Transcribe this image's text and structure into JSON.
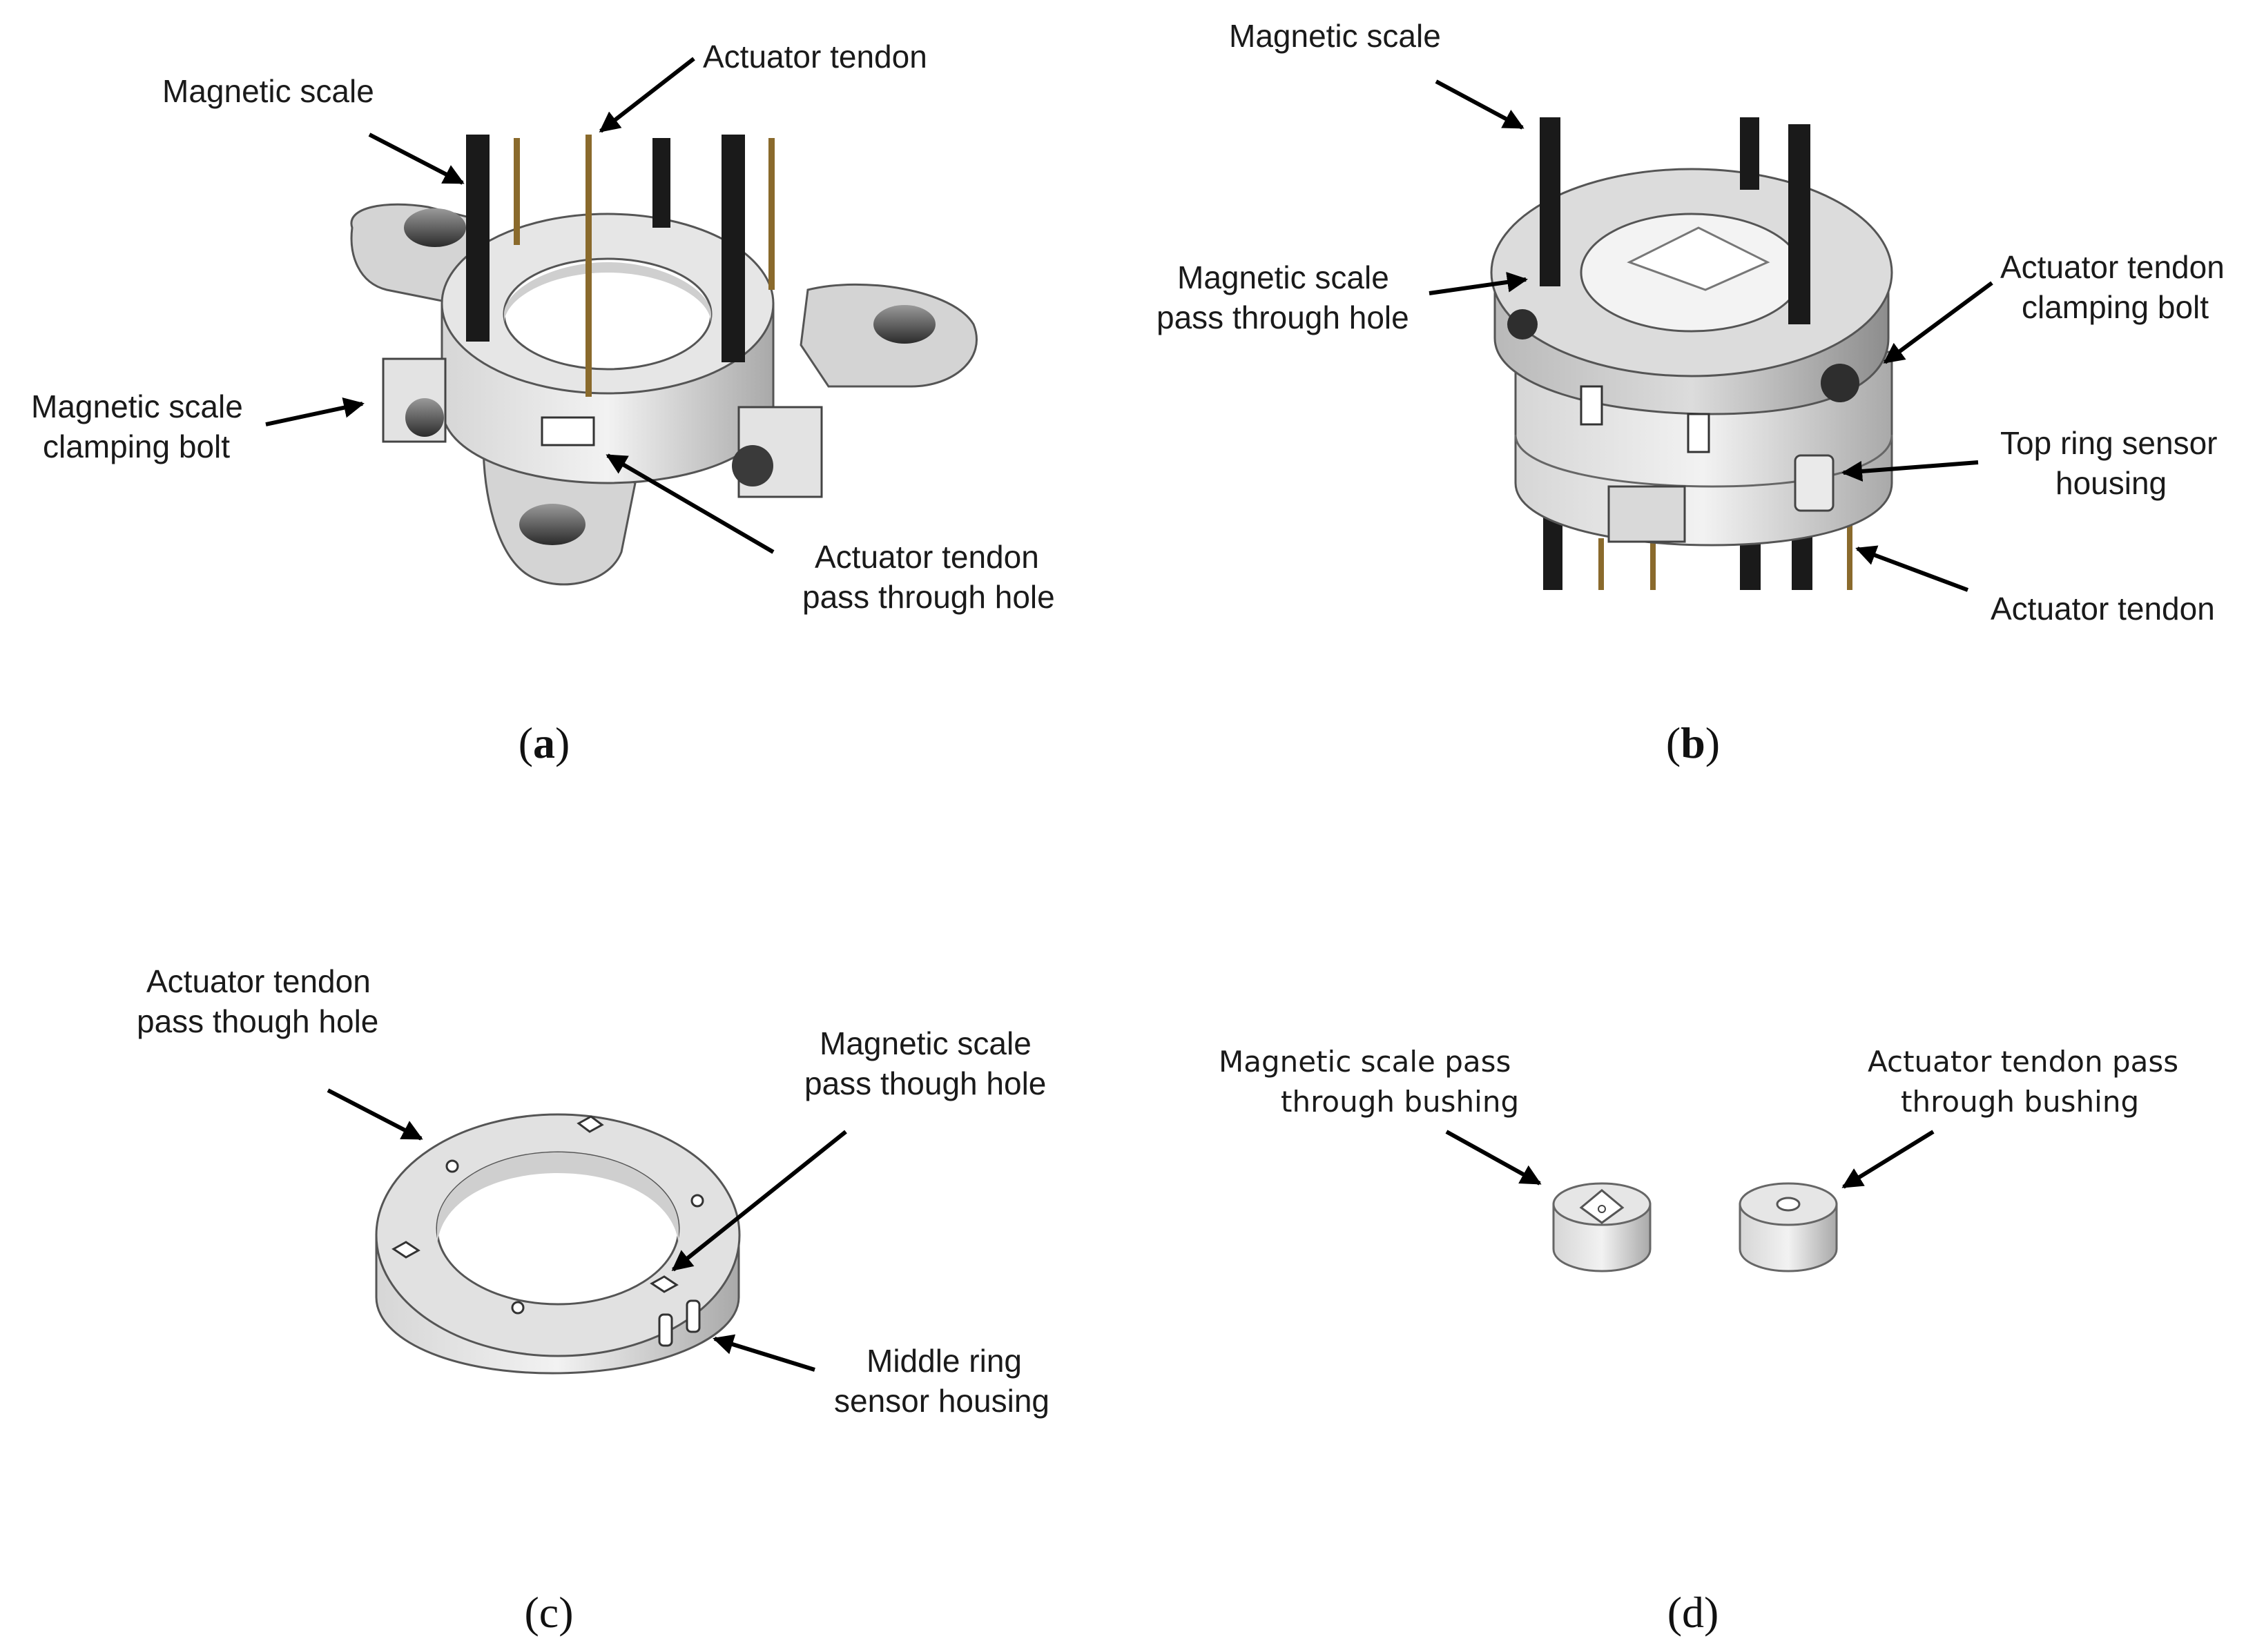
{
  "panels": {
    "a": {
      "caption_open": "(",
      "caption_letter": "a",
      "caption_close": ")",
      "labels": {
        "magnetic_scale": "Magnetic scale",
        "actuator_tendon": "Actuator tendon",
        "clamping_bolt_l1": "Magnetic scale",
        "clamping_bolt_l2": "clamping bolt",
        "pass_hole_l1": "Actuator tendon",
        "pass_hole_l2": "pass through hole"
      }
    },
    "b": {
      "caption_open": "(",
      "caption_letter": "b",
      "caption_close": ")",
      "labels": {
        "magnetic_scale": "Magnetic scale",
        "scale_hole_l1": "Magnetic scale",
        "scale_hole_l2": "pass through hole",
        "clamp_bolt_l1": "Actuator tendon",
        "clamp_bolt_l2": "clamping bolt",
        "sensor_l1": "Top ring sensor",
        "sensor_l2": "housing",
        "actuator_tendon": "Actuator tendon"
      }
    },
    "c": {
      "caption": "(c)",
      "labels": {
        "tendon_hole_l1": "Actuator tendon",
        "tendon_hole_l2": "pass though hole",
        "scale_hole_l1": "Magnetic scale",
        "scale_hole_l2": "pass though hole",
        "sensor_l1": "Middle ring",
        "sensor_l2": "sensor housing"
      }
    },
    "d": {
      "caption": "(d)",
      "labels": {
        "scale_bushing_l1": "Magnetic scale pass",
        "scale_bushing_l2": "through bushing",
        "tendon_bushing_l1": "Actuator tendon pass",
        "tendon_bushing_l2": "through bushing"
      }
    }
  }
}
